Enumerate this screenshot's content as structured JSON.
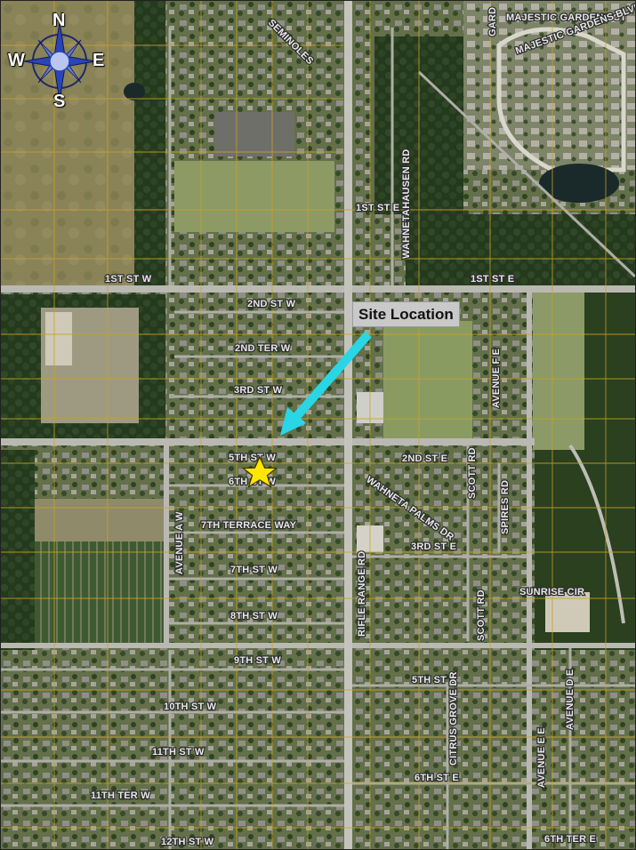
{
  "map": {
    "callout_label": "Site Location",
    "site_marker_icon": "star-icon",
    "compass": {
      "north": "N",
      "south": "S",
      "east": "E",
      "west": "W"
    },
    "colors": {
      "parcel_line": "#c9a227",
      "arrow": "#29d6e6",
      "star": "#ffe600",
      "road": "#b9b9b2",
      "grass": "#5c6b3a",
      "trees": "#2b3d1f"
    },
    "streets": {
      "st_1st_w": "1ST ST W",
      "st_1st_e": "1ST ST E",
      "st_2nd_w": "2ND ST W",
      "ter_2nd_w": "2ND TER W",
      "st_3rd_w": "3RD ST W",
      "st_5th_w": "5TH ST W",
      "st_6th_w": "6TH ST W",
      "terrace_way_7th": "7TH TERRACE WAY",
      "st_7th_w": "7TH ST W",
      "st_8th_w": "8TH ST W",
      "st_9th_w": "9TH ST W",
      "st_10th_w": "10TH ST W",
      "st_11th_w": "11TH ST W",
      "ter_11th_w": "11TH TER W",
      "st_12th_w": "12TH ST W",
      "st_2nd_e": "2ND ST E",
      "st_3rd_e": "3RD ST E",
      "st_5th_e": "5TH ST E",
      "st_6th_e": "6TH ST E",
      "ter_6th_e": "6TH TER E",
      "st_1st_e_short": "1ST ST E",
      "majestic_gardens_ct": "MAJESTIC GARDENS CT",
      "majestic_gardens_blvd": "MAJESTIC GARDENS BLVD",
      "seminoles": "SEMINOLES",
      "garden": "GARD",
      "wahneta_palms_dr": "WAHNETA PALMS DR",
      "rifle_range_rd": "RIFLE RANGE RD",
      "avenue_a_w": "AVENUE A W",
      "avenue_f_e": "AVENUE F E",
      "avenue_e_e": "AVENUE E E",
      "avenue_d_e": "AVENUE D E",
      "scott_rd": "SCOTT RD",
      "scott_rd_2": "SCOTT RD",
      "spires_rd": "SPIRES RD",
      "sunrise_cir": "SUNRISE CIR",
      "citrus_grove_dr": "CITRUS GROVE DR",
      "wahnetahausen_rd": "WAHNETAHAUSEN RD"
    }
  }
}
